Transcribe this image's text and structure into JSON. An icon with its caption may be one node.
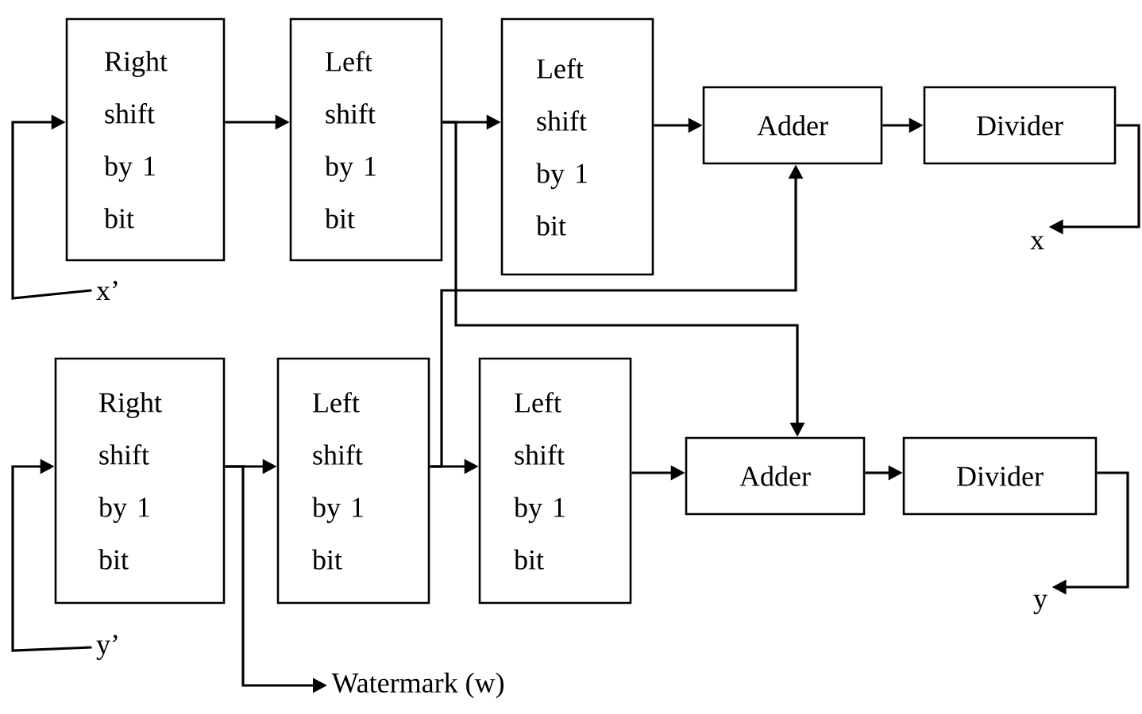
{
  "diagram": {
    "nodes": [
      {
        "text": [
          "Right shift by 1 bit"
        ]
      },
      {
        "text": [
          "Left shift by 1 bit"
        ]
      },
      {
        "text": [
          "Left shift by 1 bit"
        ]
      },
      {
        "text": [
          "Adder"
        ]
      },
      {
        "text": [
          "Divider"
        ]
      },
      {
        "text": [
          "x"
        ]
      },
      {
        "text": [
          "x’"
        ]
      },
      {
        "text": [
          "Right shift by 1 bit"
        ]
      },
      {
        "text": [
          "Left shift by 1 bit"
        ]
      },
      {
        "text": [
          "Left shift by 1 bit"
        ]
      },
      {
        "text": [
          "Adder"
        ]
      },
      {
        "text": [
          "Divider"
        ]
      },
      {
        "text": [
          "y"
        ]
      },
      {
        "text": [
          "y’"
        ]
      },
      {
        "text": [
          "Watermark (w)"
        ]
      }
    ],
    "edges": [
      {
        "from": 6,
        "to": 0,
        "arrow": "to"
      },
      {
        "from": 0,
        "to": 1,
        "arrow": "to"
      },
      {
        "from": 1,
        "to": 2,
        "arrow": "to"
      },
      {
        "from": 2,
        "to": 3,
        "arrow": "to"
      },
      {
        "from": 3,
        "to": 4,
        "arrow": "to"
      },
      {
        "from": 4,
        "to": 5,
        "arrow": "to"
      },
      {
        "from": 1,
        "to": 10,
        "arrow": "to"
      },
      {
        "from": 8,
        "to": 3,
        "arrow": "to"
      },
      {
        "from": 13,
        "to": 7,
        "arrow": "to"
      },
      {
        "from": 7,
        "to": 8,
        "arrow": "to"
      },
      {
        "from": 8,
        "to": 9,
        "arrow": "to"
      },
      {
        "from": 9,
        "to": 10,
        "arrow": "to"
      },
      {
        "from": 10,
        "to": 11,
        "arrow": "to"
      },
      {
        "from": 11,
        "to": 12,
        "arrow": "to"
      },
      {
        "from": 7,
        "to": 14,
        "arrow": "to"
      }
    ]
  }
}
